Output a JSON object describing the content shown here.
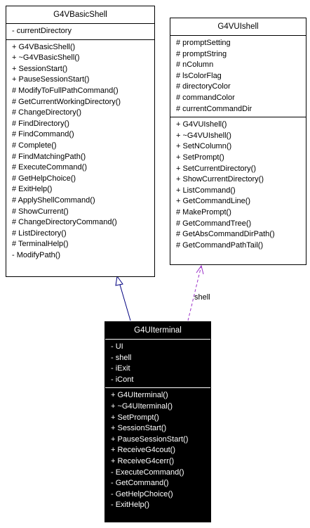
{
  "basic_shell": {
    "name": "G4VBasicShell",
    "attributes": [
      "- currentDirectory"
    ],
    "operations": [
      "+ G4VBasicShell()",
      "+ ~G4VBasicShell()",
      "+ SessionStart()",
      "+ PauseSessionStart()",
      "# ModifyToFullPathCommand()",
      "# GetCurrentWorkingDirectory()",
      "# ChangeDirectory()",
      "# FindDirectory()",
      "# FindCommand()",
      "# Complete()",
      "# FindMatchingPath()",
      "# ExecuteCommand()",
      "# GetHelpChoice()",
      "# ExitHelp()",
      "# ApplyShellCommand()",
      "# ShowCurrent()",
      "# ChangeDirectoryCommand()",
      "# ListDirectory()",
      "# TerminalHelp()",
      "- ModifyPath()"
    ]
  },
  "ui_shell": {
    "name": "G4VUIshell",
    "attributes": [
      "# promptSetting",
      "# promptString",
      "# nColumn",
      "# lsColorFlag",
      "# directoryColor",
      "# commandColor",
      "# currentCommandDir"
    ],
    "operations": [
      "+ G4VUIshell()",
      "+ ~G4VUIshell()",
      "+ SetNColumn()",
      "+ SetPrompt()",
      "+ SetCurrentDirectory()",
      "+ ShowCurrentDirectory()",
      "+ ListCommand()",
      "+ GetCommandLine()",
      "# MakePrompt()",
      "# GetCommandTree()",
      "# GetAbsCommandDirPath()",
      "# GetCommandPathTail()"
    ]
  },
  "ui_terminal": {
    "name": "G4UIterminal",
    "attributes": [
      "- UI",
      "- shell",
      "- iExit",
      "- iCont"
    ],
    "operations": [
      "+ G4UIterminal()",
      "+ ~G4UIterminal()",
      "+ SetPrompt()",
      "+ SessionStart()",
      "+ PauseSessionStart()",
      "+ ReceiveG4cout()",
      "+ ReceiveG4cerr()",
      "- ExecuteCommand()",
      "- GetCommand()",
      "- GetHelpChoice()",
      "- ExitHelp()"
    ]
  },
  "association": {
    "label": "shell",
    "color": "#9b30c8"
  },
  "colors": {
    "inheritance": "#000080",
    "terminal_bg": "#000000"
  }
}
